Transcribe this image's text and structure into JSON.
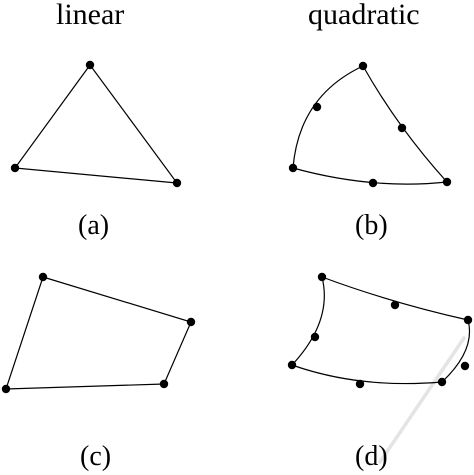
{
  "titles": {
    "linear": "linear",
    "quadratic": "quadratic"
  },
  "captions": {
    "a": "(a)",
    "b": "(b)",
    "c": "(c)",
    "d": "(d)"
  },
  "elements": [
    {
      "id": "a",
      "kind": "triangle",
      "order": "linear",
      "node_count": 3
    },
    {
      "id": "b",
      "kind": "triangle",
      "order": "quadratic",
      "node_count": 6
    },
    {
      "id": "c",
      "kind": "quadrilateral",
      "order": "linear",
      "node_count": 4
    },
    {
      "id": "d",
      "kind": "quadrilateral",
      "order": "quadratic",
      "node_count": 8
    }
  ],
  "colors": {
    "stroke": "#000000",
    "node": "#000000",
    "watermark": "#e4e4e4"
  }
}
